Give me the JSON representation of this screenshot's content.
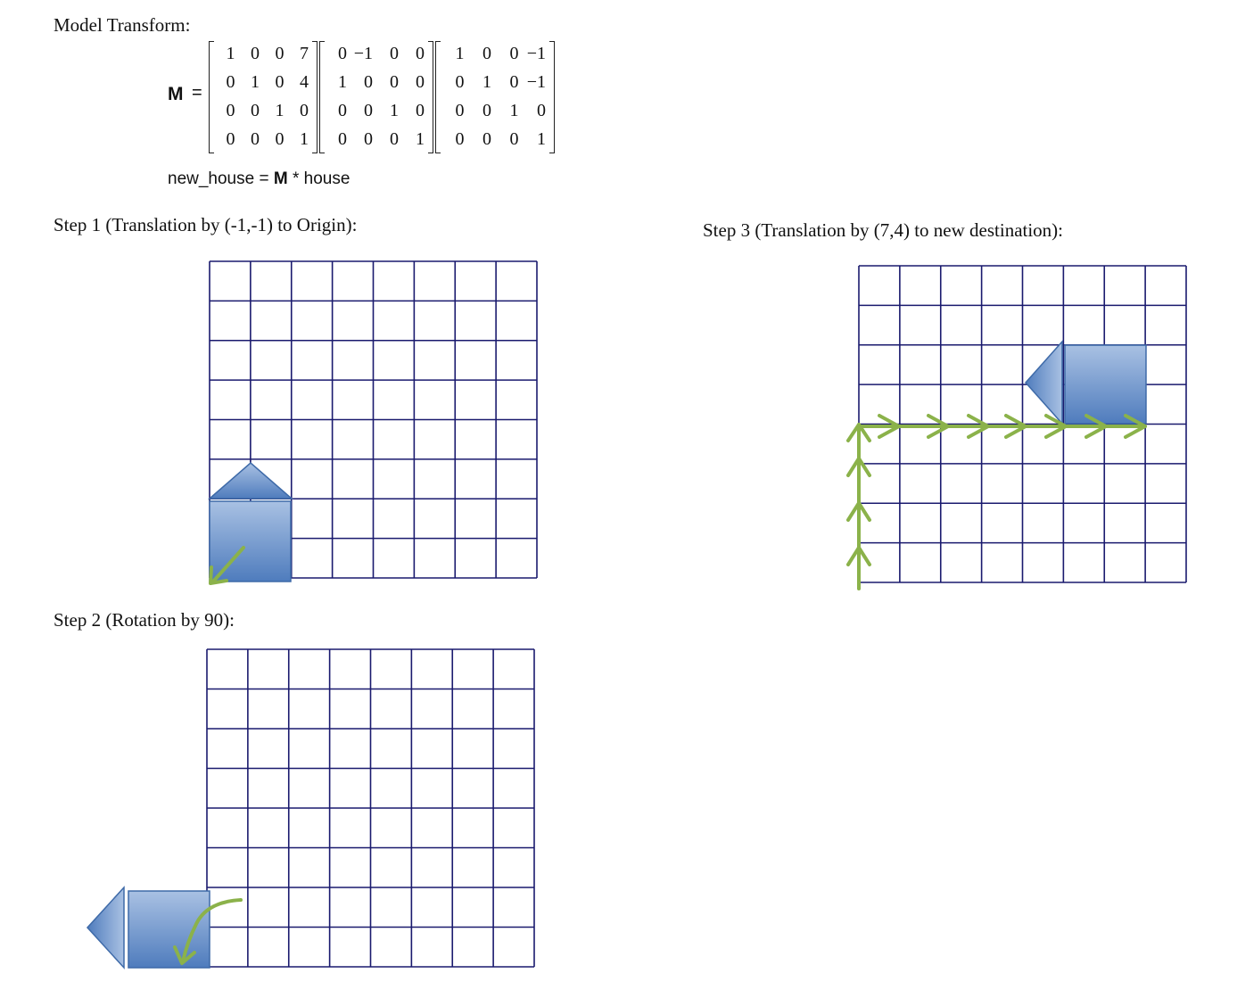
{
  "title": "Model Transform:",
  "matrix": {
    "symbol": "M",
    "equals": "=",
    "factors": [
      [
        [
          "1",
          "0",
          "0",
          "7"
        ],
        [
          "0",
          "1",
          "0",
          "4"
        ],
        [
          "0",
          "0",
          "1",
          "0"
        ],
        [
          "0",
          "0",
          "0",
          "1"
        ]
      ],
      [
        [
          "0",
          "−1",
          "0",
          "0"
        ],
        [
          "1",
          "0",
          "0",
          "0"
        ],
        [
          "0",
          "0",
          "1",
          "0"
        ],
        [
          "0",
          "0",
          "0",
          "1"
        ]
      ],
      [
        [
          "1",
          "0",
          "0",
          "−1"
        ],
        [
          "0",
          "1",
          "0",
          "−1"
        ],
        [
          "0",
          "0",
          "1",
          "0"
        ],
        [
          "0",
          "0",
          "0",
          "1"
        ]
      ]
    ]
  },
  "equation": {
    "left": "new_house = ",
    "bold": "M",
    "right": " * house"
  },
  "steps": {
    "step1": "Step 1 (Translation by (-1,-1) to Origin):",
    "step2": "Step 2 (Rotation by 90):",
    "step3": "Step 3 (Translation by (7,4) to new destination):"
  },
  "colors": {
    "grid_line": "#1a1a6e",
    "house_fill_light": "#a9c1e3",
    "house_fill_dark": "#4f7cbd",
    "house_stroke": "#3e6aa8",
    "arrow": "#8bb24a"
  },
  "icons": {
    "house": "house-shape",
    "path_arrow": "green-chevron-arrow"
  }
}
